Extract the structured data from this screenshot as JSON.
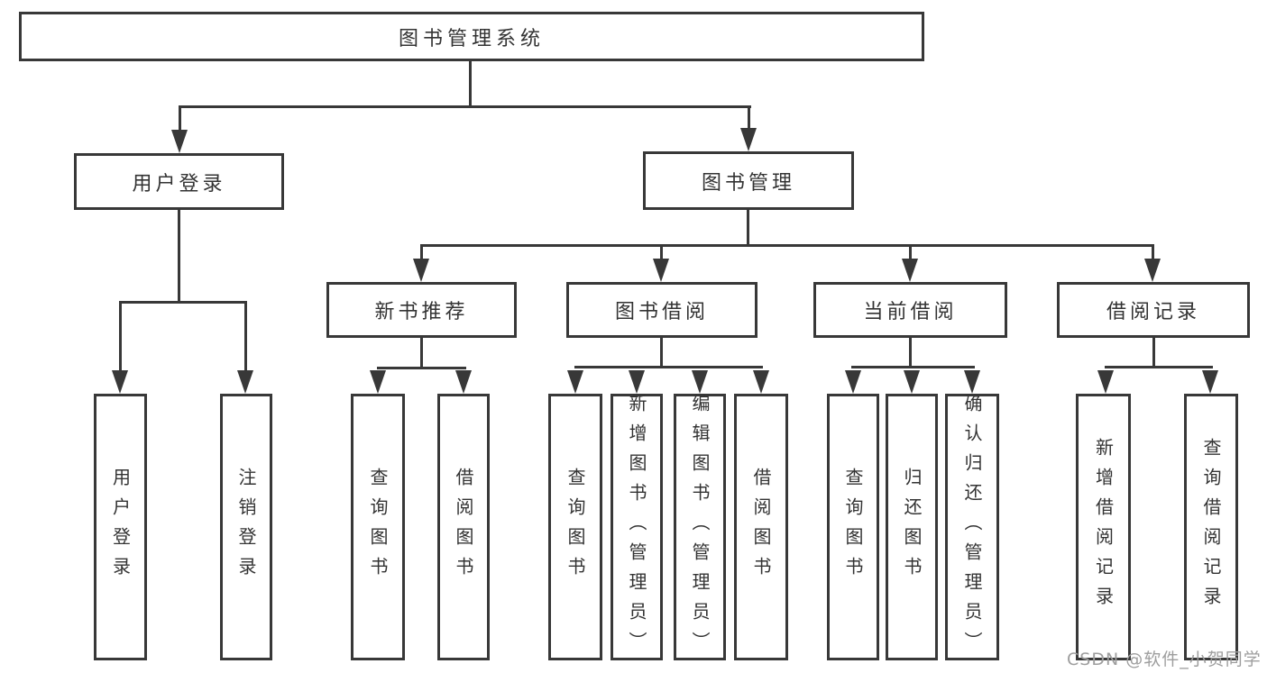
{
  "tree": {
    "root": {
      "label": "图书管理系统",
      "children": [
        {
          "label": "用户登录",
          "children": [
            {
              "label": "用户登录"
            },
            {
              "label": "注销登录"
            }
          ]
        },
        {
          "label": "图书管理",
          "children": [
            {
              "label": "新书推荐",
              "children": [
                {
                  "label": "查询图书"
                },
                {
                  "label": "借阅图书"
                }
              ]
            },
            {
              "label": "图书借阅",
              "children": [
                {
                  "label": "查询图书"
                },
                {
                  "label": "新增图书（管理员）"
                },
                {
                  "label": "编辑图书（管理员）"
                },
                {
                  "label": "借阅图书"
                }
              ]
            },
            {
              "label": "当前借阅",
              "children": [
                {
                  "label": "查询图书"
                },
                {
                  "label": "归还图书"
                },
                {
                  "label": "确认归还（管理员）"
                }
              ]
            },
            {
              "label": "借阅记录",
              "children": [
                {
                  "label": "新增借阅记录"
                },
                {
                  "label": "查询借阅记录"
                }
              ]
            }
          ]
        }
      ]
    }
  },
  "watermark": {
    "text": "CSDN @软件_小贺同学",
    "color": "#9e9e9e"
  },
  "colors": {
    "line": "#383838",
    "box_border": "#383838",
    "box_fill": "#ffffff",
    "text": "#333333",
    "background": "#ffffff"
  }
}
